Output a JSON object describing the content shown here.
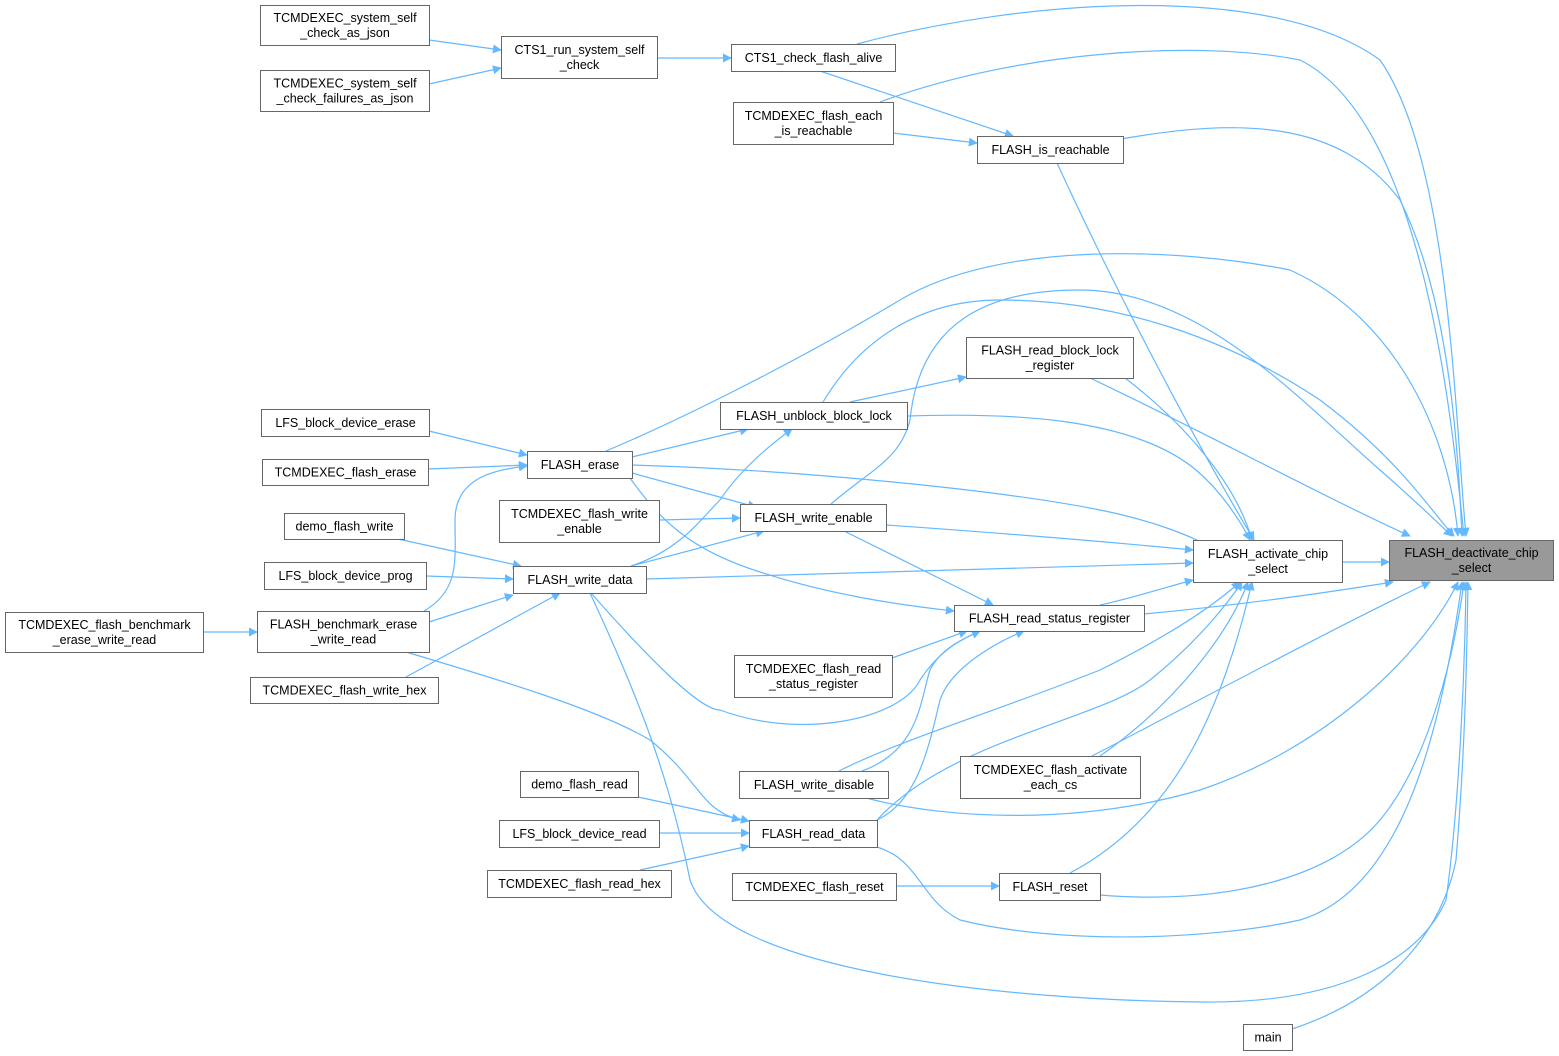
{
  "graph": {
    "root_id": "deact",
    "colors": {
      "edge": "#63b8ff",
      "root_fill": "#999999",
      "node_border": "#666666"
    },
    "nodes": [
      {
        "id": "deact",
        "lines": [
          "FLASH_deactivate_chip",
          "_select"
        ]
      },
      {
        "id": "act",
        "lines": [
          "FLASH_activate_chip",
          "_select"
        ]
      },
      {
        "id": "rsr",
        "lines": [
          "FLASH_read_status_register"
        ]
      },
      {
        "id": "isreach",
        "lines": [
          "FLASH_is_reachable"
        ]
      },
      {
        "id": "cts_alive",
        "lines": [
          "CTS1_check_flash_alive"
        ]
      },
      {
        "id": "cts_run",
        "lines": [
          "CTS1_run_system_self",
          "_check"
        ]
      },
      {
        "id": "tc_json",
        "lines": [
          "TCMDEXEC_system_self",
          "_check_as_json"
        ]
      },
      {
        "id": "tc_fail",
        "lines": [
          "TCMDEXEC_system_self",
          "_check_failures_as_json"
        ]
      },
      {
        "id": "tc_each_reach",
        "lines": [
          "TCMDEXEC_flash_each",
          "_is_reachable"
        ]
      },
      {
        "id": "rbl",
        "lines": [
          "FLASH_read_block_lock",
          "_register"
        ]
      },
      {
        "id": "unblock",
        "lines": [
          "FLASH_unblock_block_lock"
        ]
      },
      {
        "id": "erase",
        "lines": [
          "FLASH_erase"
        ]
      },
      {
        "id": "lfs_erase",
        "lines": [
          "LFS_block_device_erase"
        ]
      },
      {
        "id": "tc_erase",
        "lines": [
          "TCMDEXEC_flash_erase"
        ]
      },
      {
        "id": "wen",
        "lines": [
          "FLASH_write_enable"
        ]
      },
      {
        "id": "tc_wen",
        "lines": [
          "TCMDEXEC_flash_write",
          "_enable"
        ]
      },
      {
        "id": "wdata",
        "lines": [
          "FLASH_write_data"
        ]
      },
      {
        "id": "demo_write",
        "lines": [
          "demo_flash_write"
        ]
      },
      {
        "id": "lfs_prog",
        "lines": [
          "LFS_block_device_prog"
        ]
      },
      {
        "id": "bench",
        "lines": [
          "FLASH_benchmark_erase",
          "_write_read"
        ]
      },
      {
        "id": "tc_bench",
        "lines": [
          "TCMDEXEC_flash_benchmark",
          "_erase_write_read"
        ]
      },
      {
        "id": "tc_whex",
        "lines": [
          "TCMDEXEC_flash_write_hex"
        ]
      },
      {
        "id": "tc_rsr",
        "lines": [
          "TCMDEXEC_flash_read",
          "_status_register"
        ]
      },
      {
        "id": "wdis",
        "lines": [
          "FLASH_write_disable"
        ]
      },
      {
        "id": "tc_act_each",
        "lines": [
          "TCMDEXEC_flash_activate",
          "_each_cs"
        ]
      },
      {
        "id": "demo_read",
        "lines": [
          "demo_flash_read"
        ]
      },
      {
        "id": "lfs_read",
        "lines": [
          "LFS_block_device_read"
        ]
      },
      {
        "id": "rdata",
        "lines": [
          "FLASH_read_data"
        ]
      },
      {
        "id": "tc_rhex",
        "lines": [
          "TCMDEXEC_flash_read_hex"
        ]
      },
      {
        "id": "tc_reset",
        "lines": [
          "TCMDEXEC_flash_reset"
        ]
      },
      {
        "id": "reset",
        "lines": [
          "FLASH_reset"
        ]
      },
      {
        "id": "main",
        "lines": [
          "main"
        ]
      }
    ],
    "edges": [
      {
        "from": "act",
        "to": "deact"
      },
      {
        "from": "cts_alive",
        "to": "deact"
      },
      {
        "from": "tc_each_reach",
        "to": "deact"
      },
      {
        "from": "isreach",
        "to": "deact"
      },
      {
        "from": "erase",
        "to": "deact"
      },
      {
        "from": "unblock",
        "to": "deact"
      },
      {
        "from": "wen",
        "to": "deact"
      },
      {
        "from": "rbl",
        "to": "deact"
      },
      {
        "from": "rsr",
        "to": "deact"
      },
      {
        "from": "tc_act_each",
        "to": "deact"
      },
      {
        "from": "wdis",
        "to": "deact"
      },
      {
        "from": "rdata",
        "to": "deact"
      },
      {
        "from": "reset",
        "to": "deact"
      },
      {
        "from": "wdata",
        "to": "deact"
      },
      {
        "from": "main",
        "to": "deact"
      },
      {
        "from": "isreach",
        "to": "act"
      },
      {
        "from": "rbl",
        "to": "act"
      },
      {
        "from": "unblock",
        "to": "act"
      },
      {
        "from": "erase",
        "to": "act"
      },
      {
        "from": "wen",
        "to": "act"
      },
      {
        "from": "wdata",
        "to": "act"
      },
      {
        "from": "rsr",
        "to": "act"
      },
      {
        "from": "wdis",
        "to": "act"
      },
      {
        "from": "tc_act_each",
        "to": "act"
      },
      {
        "from": "rdata",
        "to": "act"
      },
      {
        "from": "reset",
        "to": "act"
      },
      {
        "from": "tc_json",
        "to": "cts_run"
      },
      {
        "from": "tc_fail",
        "to": "cts_run"
      },
      {
        "from": "cts_run",
        "to": "cts_alive"
      },
      {
        "from": "cts_alive",
        "to": "isreach"
      },
      {
        "from": "tc_each_reach",
        "to": "isreach"
      },
      {
        "from": "unblock",
        "to": "rbl"
      },
      {
        "from": "erase",
        "to": "unblock"
      },
      {
        "from": "wdata",
        "to": "unblock"
      },
      {
        "from": "lfs_erase",
        "to": "erase"
      },
      {
        "from": "tc_erase",
        "to": "erase"
      },
      {
        "from": "bench",
        "to": "erase"
      },
      {
        "from": "erase",
        "to": "wen"
      },
      {
        "from": "tc_wen",
        "to": "wen"
      },
      {
        "from": "wdata",
        "to": "wen"
      },
      {
        "from": "demo_write",
        "to": "wdata"
      },
      {
        "from": "lfs_prog",
        "to": "wdata"
      },
      {
        "from": "bench",
        "to": "wdata"
      },
      {
        "from": "tc_whex",
        "to": "wdata"
      },
      {
        "from": "tc_bench",
        "to": "bench"
      },
      {
        "from": "erase",
        "to": "rsr"
      },
      {
        "from": "wen",
        "to": "rsr"
      },
      {
        "from": "wdata",
        "to": "rsr"
      },
      {
        "from": "tc_rsr",
        "to": "rsr"
      },
      {
        "from": "wdis",
        "to": "rsr"
      },
      {
        "from": "rdata",
        "to": "rsr"
      },
      {
        "from": "bench",
        "to": "rdata"
      },
      {
        "from": "demo_read",
        "to": "rdata"
      },
      {
        "from": "lfs_read",
        "to": "rdata"
      },
      {
        "from": "tc_rhex",
        "to": "rdata"
      },
      {
        "from": "tc_reset",
        "to": "reset"
      }
    ]
  }
}
